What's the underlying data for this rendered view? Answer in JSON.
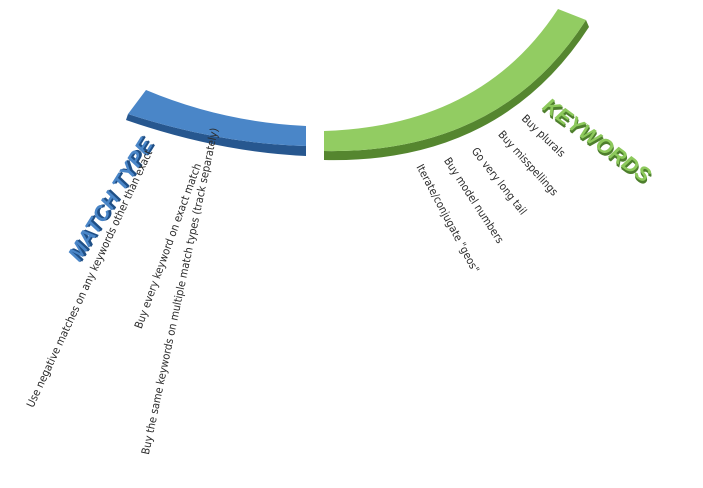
{
  "colors": {
    "blue_face": "#4a86c8",
    "blue_side": "#27578f",
    "green_face": "#92cc62",
    "green_side": "#55862f"
  },
  "match_type": {
    "heading": "MATCH TYPE",
    "items": [
      "Use negative matches on any keywords other than exact",
      "Buy every keyword on exact match",
      "Buy the same keywords on multiple match types (track separately)"
    ]
  },
  "keywords": {
    "heading": "KEYWORDS",
    "items": [
      "Buy plurals",
      "Buy misspellings",
      "Go very long tail",
      "Buy model numbers",
      "Iterate/conjugate \"geos\""
    ]
  }
}
